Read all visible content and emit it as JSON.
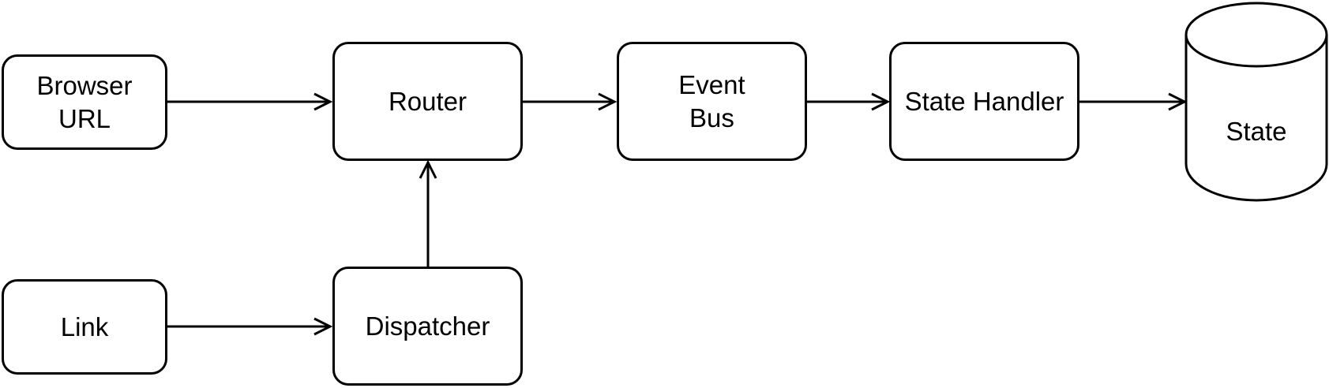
{
  "diagram": {
    "nodes": {
      "browser_url": {
        "label": "Browser\nURL"
      },
      "link": {
        "label": "Link"
      },
      "router": {
        "label": "Router"
      },
      "dispatcher": {
        "label": "Dispatcher"
      },
      "event_bus": {
        "label": "Event\nBus"
      },
      "state_handler": {
        "label": "State Handler"
      },
      "state": {
        "label": "State",
        "shape": "cylinder"
      }
    },
    "edges": [
      {
        "from": "Browser URL",
        "to": "Router"
      },
      {
        "from": "Link",
        "to": "Dispatcher"
      },
      {
        "from": "Dispatcher",
        "to": "Router"
      },
      {
        "from": "Router",
        "to": "Event Bus"
      },
      {
        "from": "Event Bus",
        "to": "State Handler"
      },
      {
        "from": "State Handler",
        "to": "State"
      }
    ],
    "colors": {
      "stroke": "#000000",
      "fill": "#ffffff",
      "text": "#000000"
    }
  }
}
